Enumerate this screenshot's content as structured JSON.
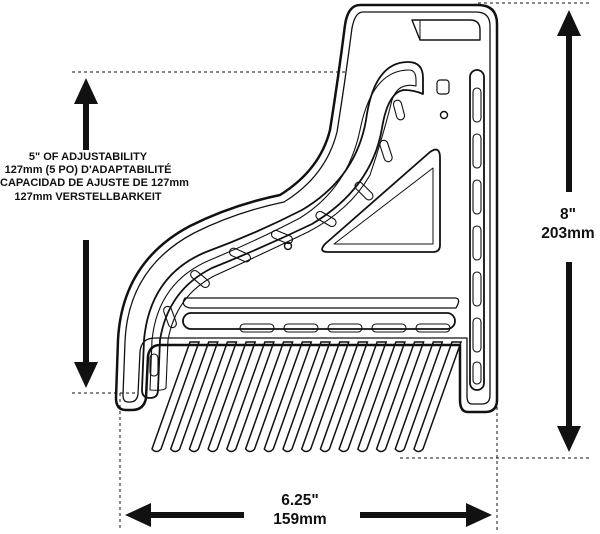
{
  "adjustability": {
    "line1": "5\" OF ADJUSTABILITY",
    "line2": "127mm (5 PO) D'ADAPTABILITÉ",
    "line3": "CAPACIDAD DE AJUSTE DE 127mm",
    "line4": "127mm VERSTELLBARKEIT"
  },
  "height": {
    "imperial": "8\"",
    "metric": "203mm"
  },
  "width": {
    "imperial": "6.25\"",
    "metric": "159mm"
  },
  "colors": {
    "ink": "#111111",
    "background": "#ffffff"
  },
  "finger_count": 15
}
